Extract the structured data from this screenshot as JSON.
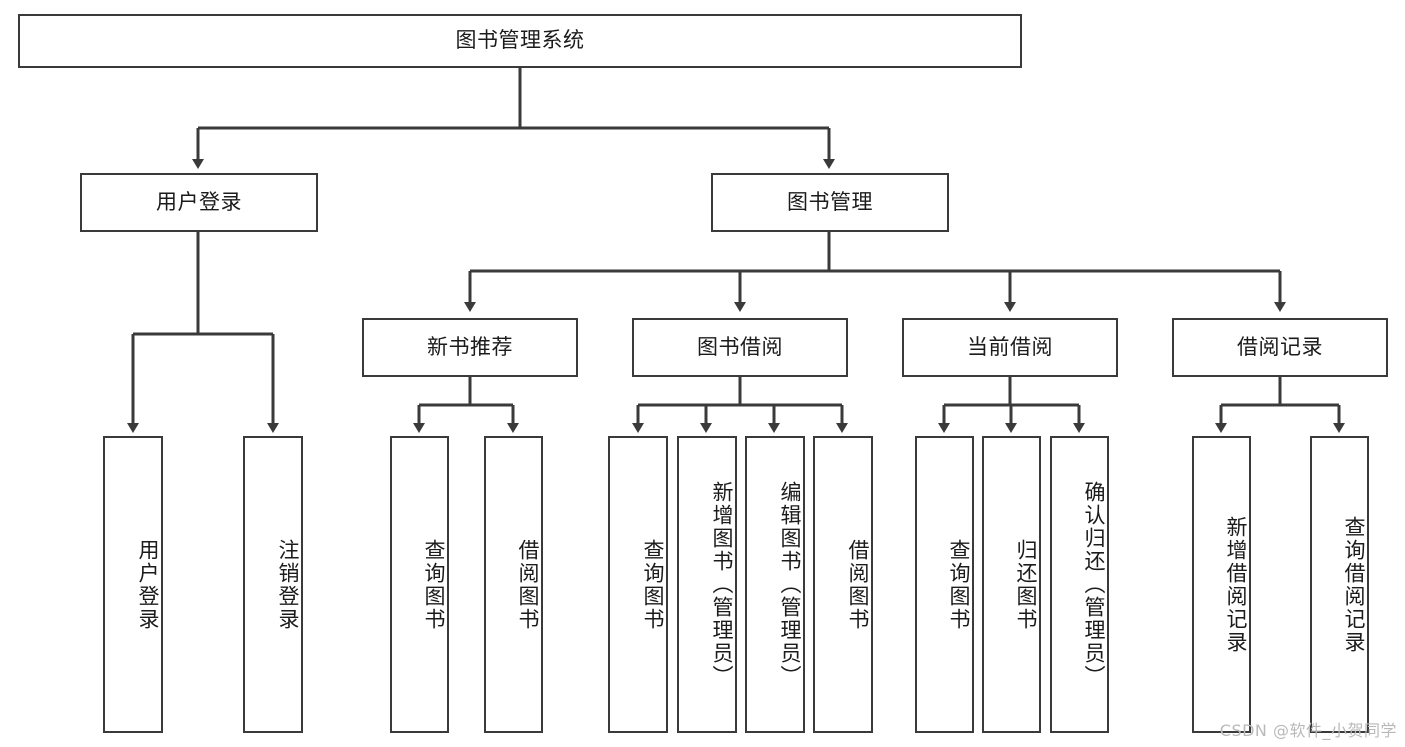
{
  "diagram": {
    "title_node": {
      "id": "root",
      "label": "图书管理系统"
    },
    "level2": [
      {
        "id": "user-login",
        "label": "用户登录"
      },
      {
        "id": "book-manage",
        "label": "图书管理"
      }
    ],
    "level3": [
      {
        "id": "new-book-rec",
        "label": "新书推荐"
      },
      {
        "id": "book-borrow",
        "label": "图书借阅"
      },
      {
        "id": "current-borrow",
        "label": "当前借阅"
      },
      {
        "id": "borrow-record",
        "label": "借阅记录"
      }
    ],
    "leaves": {
      "user_login": [
        {
          "id": "leaf-user-login",
          "label": "用户登录"
        },
        {
          "id": "leaf-user-logout",
          "label": "注销登录"
        }
      ],
      "new_book_rec": [
        {
          "id": "leaf-query-book-1",
          "label": "查询图书"
        },
        {
          "id": "leaf-borrow-book-1",
          "label": "借阅图书"
        }
      ],
      "book_borrow": [
        {
          "id": "leaf-query-book-2",
          "label": "查询图书"
        },
        {
          "id": "leaf-add-book",
          "label": "新增图书（管理员）"
        },
        {
          "id": "leaf-edit-book",
          "label": "编辑图书（管理员）"
        },
        {
          "id": "leaf-borrow-book-2",
          "label": "借阅图书"
        }
      ],
      "current_borrow": [
        {
          "id": "leaf-query-book-3",
          "label": "查询图书"
        },
        {
          "id": "leaf-return-book",
          "label": "归还图书"
        },
        {
          "id": "leaf-confirm-return",
          "label": "确认归还（管理员）"
        }
      ],
      "borrow_record": [
        {
          "id": "leaf-add-record",
          "label": "新增借阅记录"
        },
        {
          "id": "leaf-query-record",
          "label": "查询借阅记录"
        }
      ]
    },
    "colors": {
      "stroke": "#3a3a3a",
      "background": "#ffffff",
      "text": "#1b1b1b",
      "watermark": "#b9b9b9"
    }
  },
  "watermark": {
    "text": "CSDN @软件_小贺同学"
  }
}
